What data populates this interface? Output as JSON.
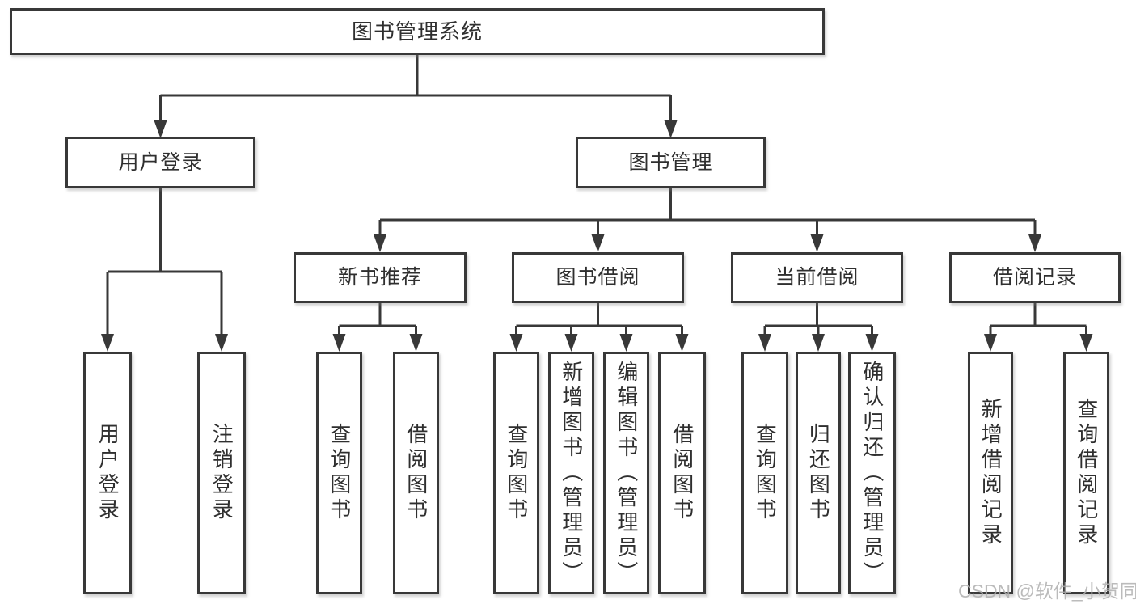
{
  "tree": {
    "root": {
      "label": "图书管理系统",
      "children": [
        {
          "label": "用户登录",
          "children": [
            {
              "label": "用户登录"
            },
            {
              "label": "注销登录"
            }
          ]
        },
        {
          "label": "图书管理",
          "children": [
            {
              "label": "新书推荐",
              "children": [
                {
                  "label": "查询图书"
                },
                {
                  "label": "借阅图书"
                }
              ]
            },
            {
              "label": "图书借阅",
              "children": [
                {
                  "label": "查询图书"
                },
                {
                  "label": "新增图书（管理员）"
                },
                {
                  "label": "编辑图书（管理员）"
                },
                {
                  "label": "借阅图书"
                }
              ]
            },
            {
              "label": "当前借阅",
              "children": [
                {
                  "label": "查询图书"
                },
                {
                  "label": "归还图书"
                },
                {
                  "label": "确认归还（管理员）"
                }
              ]
            },
            {
              "label": "借阅记录",
              "children": [
                {
                  "label": "新增借阅记录"
                },
                {
                  "label": "查询借阅记录"
                }
              ]
            }
          ]
        }
      ]
    }
  },
  "watermark": {
    "text": "CSDN @软件_小贺同学"
  },
  "colors": {
    "line": "#383838",
    "text": "#2f2f2f",
    "watermark": "#b0b0b0",
    "background": "#ffffff"
  }
}
